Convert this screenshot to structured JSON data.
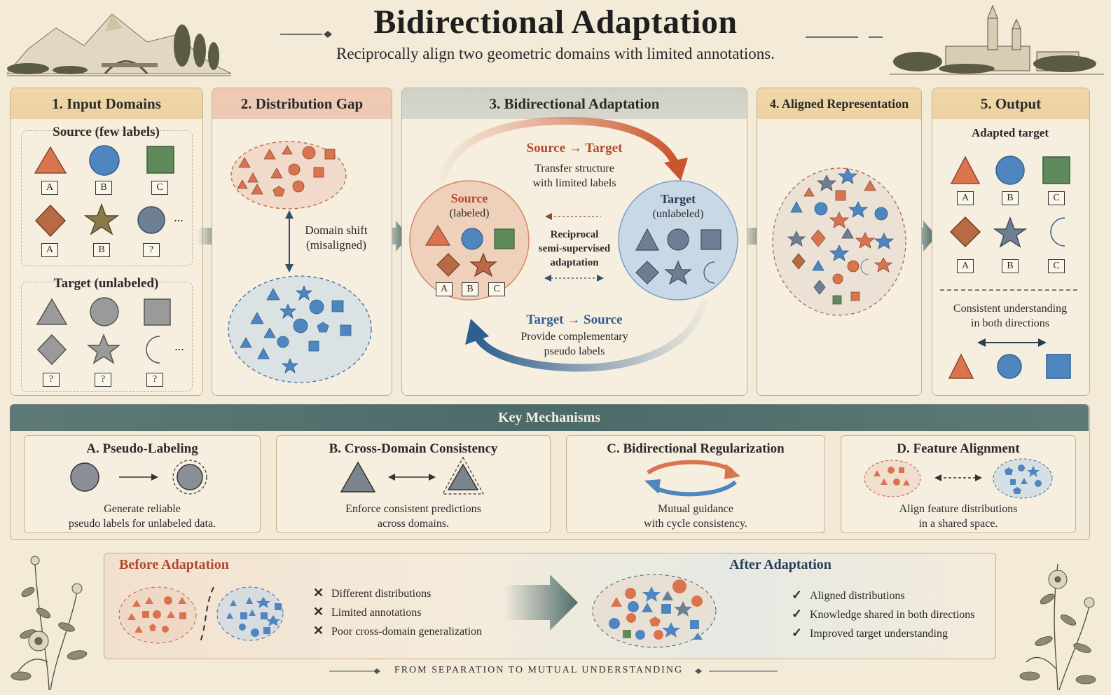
{
  "header": {
    "title": "Bidirectional Adaptation",
    "subtitle": "Reciprocally align two geometric domains with limited annotations."
  },
  "panels": {
    "p1": {
      "title": "1. Input Domains",
      "source_title": "Source (few labels)",
      "target_title": "Target (unlabeled)",
      "source_labels": [
        "A",
        "B",
        "C",
        "A",
        "B",
        "?"
      ],
      "target_labels": [
        "?",
        "?",
        "?"
      ],
      "ellipsis": "..."
    },
    "p2": {
      "title": "2. Distribution Gap",
      "shift_line1": "Domain shift",
      "shift_line2": "(misaligned)"
    },
    "p3": {
      "title": "3. Bidirectional Adaptation",
      "s2t_title": "Source → Target",
      "s2t_line1": "Transfer structure",
      "s2t_line2": "with limited labels",
      "source_name": "Source",
      "source_sub": "(labeled)",
      "target_name": "Target",
      "target_sub": "(unlabeled)",
      "center_line1": "Reciprocal",
      "center_line2": "semi-supervised",
      "center_line3": "adaptation",
      "t2s_title": "Target → Source",
      "t2s_line1": "Provide complementary",
      "t2s_line2": "pseudo labels",
      "labels": [
        "A",
        "B",
        "C"
      ]
    },
    "p4": {
      "title": "4. Aligned Representation"
    },
    "p5": {
      "title": "5. Output",
      "subtitle": "Adapted target",
      "labels": [
        "A",
        "B",
        "C",
        "A",
        "B",
        "C"
      ],
      "note_line1": "Consistent understanding",
      "note_line2": "in both directions"
    }
  },
  "mechanisms": {
    "title": "Key Mechanisms",
    "items": [
      {
        "title": "A. Pseudo-Labeling",
        "line1": "Generate reliable",
        "line2": "pseudo labels for unlabeled data."
      },
      {
        "title": "B. Cross-Domain Consistency",
        "line1": "Enforce consistent predictions",
        "line2": "across domains."
      },
      {
        "title": "C. Bidirectional Regularization",
        "line1": "Mutual guidance",
        "line2": "with cycle consistency."
      },
      {
        "title": "D. Feature Alignment",
        "line1": "Align feature distributions",
        "line2": "in a shared space."
      }
    ]
  },
  "comparison": {
    "before_title": "Before Adaptation",
    "after_title": "After Adaptation",
    "before_items": [
      "Different distributions",
      "Limited annotations",
      "Poor cross-domain generalization"
    ],
    "after_items": [
      "Aligned distributions",
      "Knowledge shared in both directions",
      "Improved target understanding"
    ],
    "before_mark": "✕",
    "after_mark": "✓"
  },
  "footer": {
    "tagline": "FROM SEPARATION TO MUTUAL UNDERSTANDING"
  },
  "colors": {
    "orange": "#d9744f",
    "blue": "#4f86bf",
    "green": "#5e8a5c",
    "brown": "#b86a45",
    "olive": "#8b7a48",
    "slate": "#6f7f93",
    "gray": "#9a9a9a",
    "teal": "#3f5f5f"
  }
}
